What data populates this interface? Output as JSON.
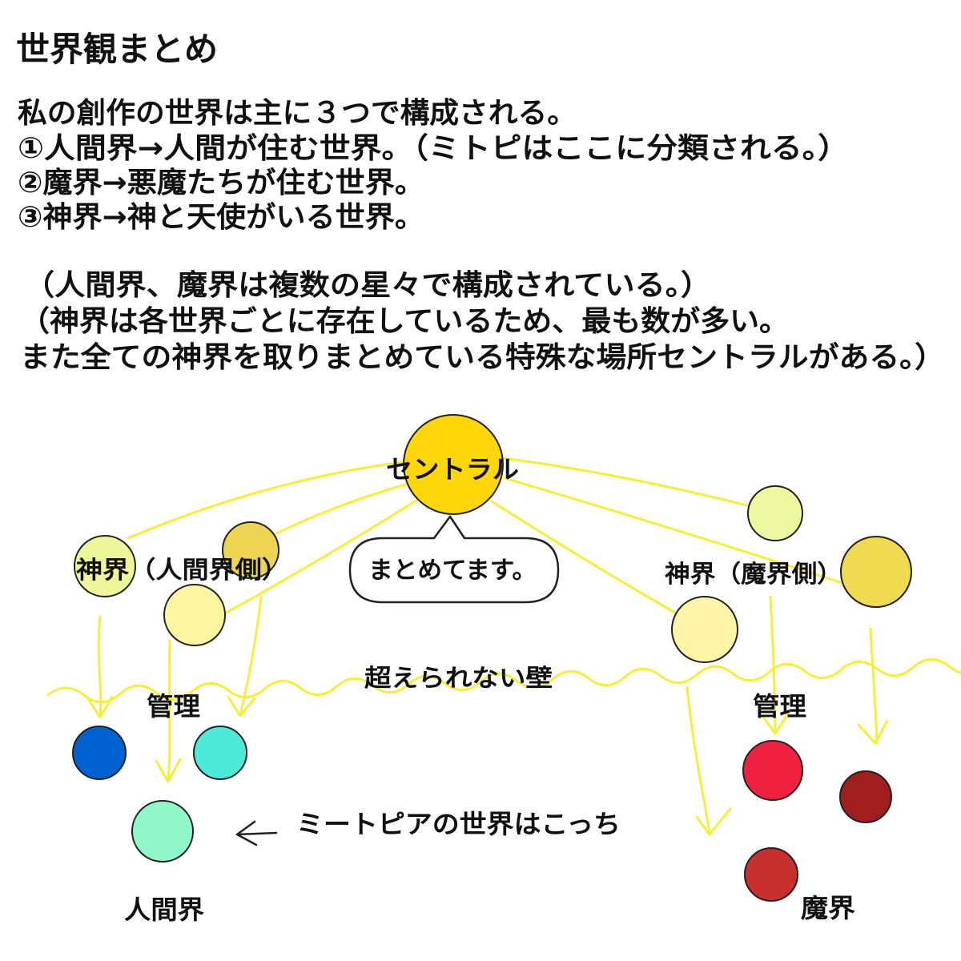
{
  "title": "世界観まとめ",
  "intro": {
    "lines": [
      "私の創作の世界は主に３つで構成される。",
      "①人間界→人間が住む世界。（ミトピはここに分類される。）",
      "②魔界→悪魔たちが住む世界。",
      "③神界→神と天使がいる世界。"
    ]
  },
  "notes": {
    "lines": [
      "（人間界、魔界は複数の星々で構成されている。）",
      "（神界は各世界ごとに存在しているため、最も数が多い。",
      "また全ての神界を取りまとめている特殊な場所セントラルがある。）"
    ]
  },
  "diagram": {
    "central_label": "セントラル",
    "bubble_text": "まとめてます。",
    "left_god_label": "神界（人間界側）",
    "right_god_label": "神界（魔界側）",
    "wall_label": "超えられない壁",
    "manage_left": "管理",
    "manage_right": "管理",
    "pointer_text": "ミートピアの世界はこっち",
    "human_world_label": "人間界",
    "demon_world_label": "魔界",
    "colors": {
      "line": "#F5EE3A",
      "central": "#FFD60A",
      "god_left_a": "#EEF69A",
      "god_left_b": "#EDD452",
      "god_left_c": "#FFF5A0",
      "god_right_a": "#EEF8A0",
      "god_right_b": "#EFDA50",
      "god_right_c": "#FFF4A8",
      "human_a": "#0062D1",
      "human_b": "#4CEBD9",
      "human_c": "#90F7CB",
      "demon_a": "#F0213E",
      "demon_b": "#A01E1E",
      "demon_c": "#C8302E"
    }
  }
}
